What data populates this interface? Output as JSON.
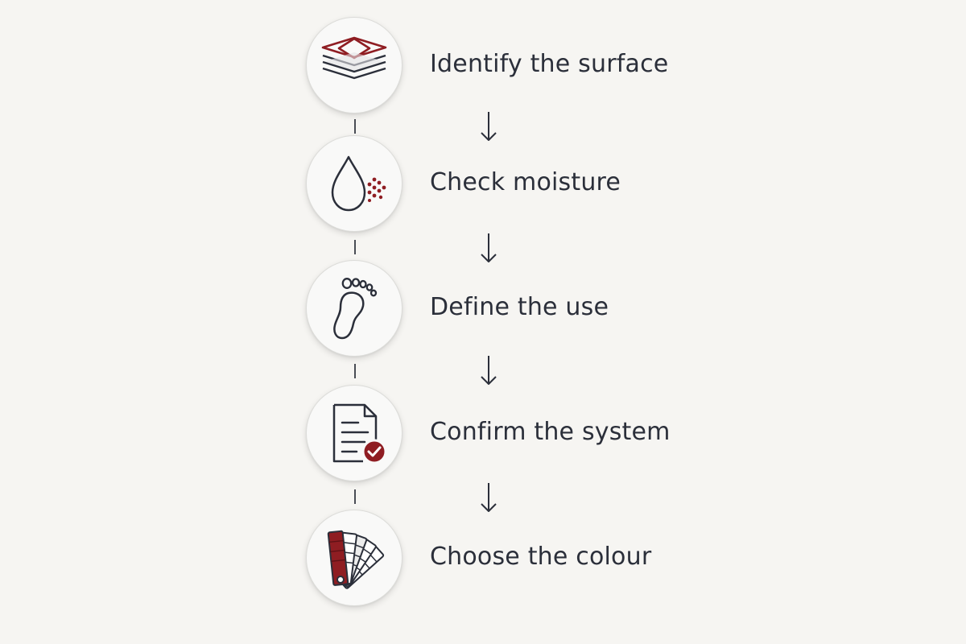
{
  "steps": [
    {
      "label": "Identify the surface",
      "icon": "layers-icon"
    },
    {
      "label": "Check moisture",
      "icon": "water-drop-icon"
    },
    {
      "label": "Define the use",
      "icon": "footprint-icon"
    },
    {
      "label": "Confirm the system",
      "icon": "document-check-icon"
    },
    {
      "label": "Choose the colour",
      "icon": "color-swatch-icon"
    }
  ],
  "colors": {
    "accent": "#8f1d22",
    "ink": "#2b2f3a",
    "background": "#f6f5f2"
  }
}
